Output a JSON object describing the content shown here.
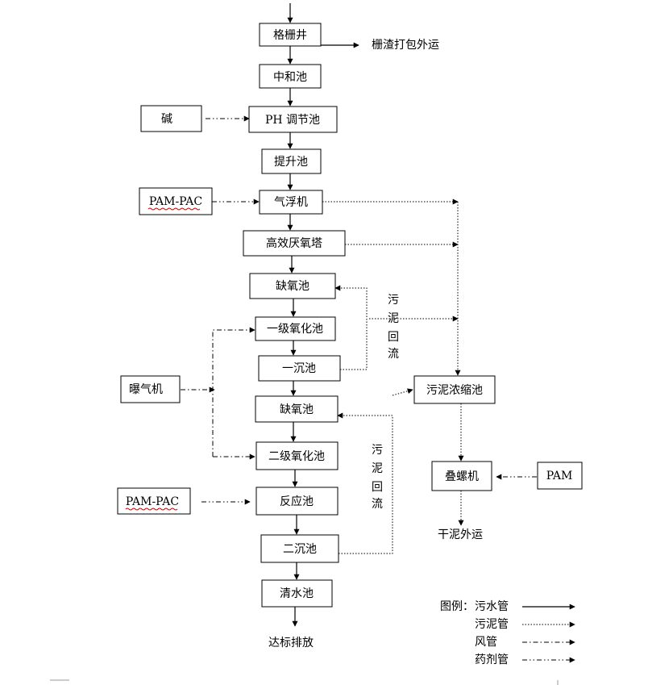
{
  "colors": {
    "line": "#000000",
    "spellcheck_underline": "#cc0000"
  },
  "boxes": {
    "grille": "格栅井",
    "neutralization": "中和池",
    "ph_adjust": "PH 调节池",
    "lift": "提升池",
    "air_flotation": "气浮机",
    "anaerobic_tower": "高效厌氧塔",
    "anoxic1": "缺氧池",
    "oxidation1": "一级氧化池",
    "clarifier1": "一沉池",
    "anoxic2": "缺氧池",
    "oxidation2": "二级氧化池",
    "reaction": "反应池",
    "clarifier2": "二沉池",
    "clear_water": "清水池",
    "sludge_thickener": "污泥浓缩池",
    "screw_press": "叠螺机",
    "alkali": "碱",
    "pam_pac_1": "PAM-PAC",
    "blower": "曝气机",
    "pam_pac_2": "PAM-PAC",
    "pam": "PAM"
  },
  "labels": {
    "screenings": "栅渣打包外运",
    "discharge": "达标排放",
    "dry_sludge": "干泥外运",
    "return1": [
      "污",
      "泥",
      "回",
      "流"
    ],
    "return2": [
      "污",
      "泥",
      "回",
      "流"
    ]
  },
  "legend": {
    "title": "图例：",
    "water": "污水管",
    "sludge": "污泥管",
    "air": "风管",
    "chem": "药剂管"
  }
}
